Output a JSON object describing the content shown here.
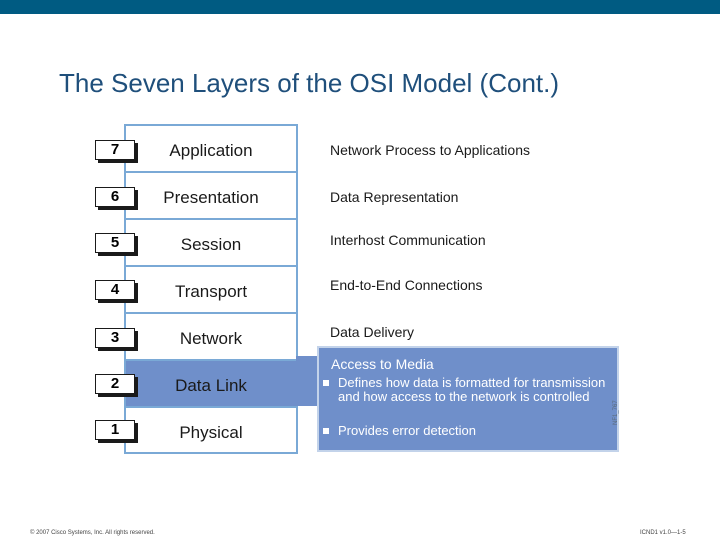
{
  "title": "The Seven Layers of the OSI Model (Cont.)",
  "layers": [
    {
      "number": "7",
      "name": "Application",
      "description": "Network Process to Applications"
    },
    {
      "number": "6",
      "name": "Presentation",
      "description": "Data Representation"
    },
    {
      "number": "5",
      "name": "Session",
      "description": "Interhost Communication"
    },
    {
      "number": "4",
      "name": "Transport",
      "description": "End-to-End Connections"
    },
    {
      "number": "3",
      "name": "Network",
      "description": "Data Delivery"
    },
    {
      "number": "2",
      "name": "Data Link",
      "highlighted": true
    },
    {
      "number": "1",
      "name": "Physical"
    }
  ],
  "callout": {
    "title": "Access to Media",
    "bullets": [
      "Defines how data is formatted for transmission and how access to the network is controlled",
      "Provides error detection"
    ]
  },
  "figure_code": "NF1_767",
  "footer": {
    "copyright": "© 2007 Cisco Systems, Inc. All rights reserved.",
    "course": "ICND1 v1.0—1-5"
  },
  "colors": {
    "top_bar": "#005b82",
    "title": "#1f4f7b",
    "stack_border": "#7aa9d6",
    "highlight": "#6f8fca"
  }
}
